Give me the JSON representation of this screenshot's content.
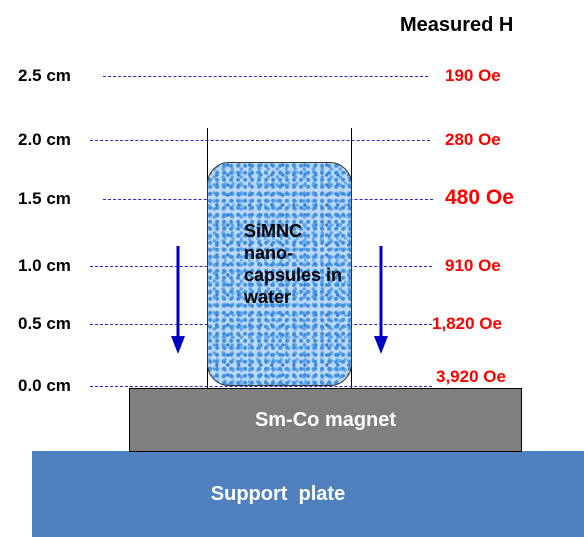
{
  "header": "Measured H",
  "heights": [
    {
      "label": "2.5 cm",
      "field": "190 Oe"
    },
    {
      "label": "2.0 cm",
      "field": "280 Oe"
    },
    {
      "label": "1.5 cm",
      "field": "480 Oe"
    },
    {
      "label": "1.0 cm",
      "field": "910 Oe"
    },
    {
      "label": "0.5 cm",
      "field": "1,820 Oe"
    },
    {
      "label": "0.0 cm",
      "field": "3,920 Oe"
    }
  ],
  "sample_label": "SiMNC nano-capsules in water",
  "magnet_label": "Sm-Co magnet",
  "plate_label": "Support  plate",
  "colors": {
    "field_text": "#ff0000",
    "dashed_line": "#2a2ad0",
    "arrow": "#0000c0",
    "magnet": "#7f7f7f",
    "plate": "#4e81bd",
    "sample": "#bcd8f6"
  }
}
